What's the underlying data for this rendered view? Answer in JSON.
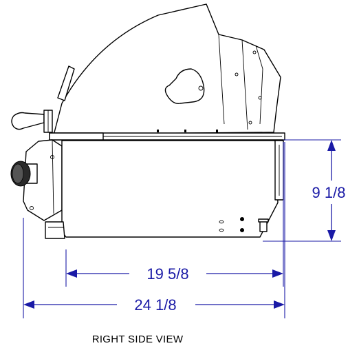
{
  "view": {
    "caption": "RIGHT SIDE VIEW"
  },
  "dimensions": {
    "height": "9 1/8",
    "inner_width": "19 5/8",
    "overall_width": "24 1/8"
  },
  "colors": {
    "dimension": "#1a1aa6",
    "outline": "#000000",
    "background": "#ffffff"
  }
}
